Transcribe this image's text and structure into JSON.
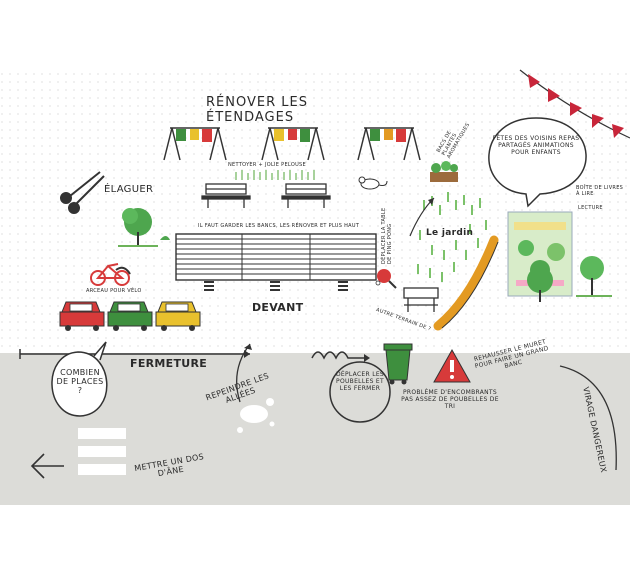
{
  "labels": {
    "renover_etendages": "Rénover les étendages",
    "nettoyer_pelouse": "Nettoyer + jolie pelouse",
    "elaguer": "Élaguer",
    "bancs_note": "Il faut garder les bancs, les rénover et plus haut",
    "devant": "DEVANT",
    "arceau_velo": "Arceau pour vélo",
    "le_jardin": "Le jardin",
    "table_ping_pong": "Déplacer la table de ping pong",
    "autre_terrain": "Autre terrain de ?",
    "bacs_plantes": "Bacs de plantes aromatiques",
    "fetes_voisins": "Fêtes des voisins repas partagés animations pour enfants",
    "boite_livres": "Boîte de livres à lire",
    "lecture": "Lecture",
    "fermeture": "FERMETURE",
    "combien_places": "Combien de places ?",
    "repeindre_allees": "Repeindre les allées",
    "deplacer_poubelles": "Déplacer les poubelles et les fermer",
    "probleme_encombrants": "Problème d'encombrants pas assez de poubelles de tri",
    "rehausser_muret": "Rehausser le muret pour faire un grand banc",
    "virage_dangereux": "Virage dangereux",
    "mettre_dos_ane": "Mettre un dos d'âne"
  },
  "colors": {
    "ground": "#dcdcd8",
    "red": "#d73a3a",
    "green": "#3e8f3e",
    "yellow": "#e9c12d",
    "orange": "#e39a22",
    "garden_green": "#7cc26a",
    "flag_red": "#c8263a"
  },
  "icons": [
    "laundry-rack-icon",
    "bench-icon",
    "shears-icon",
    "tree-icon",
    "bicycle-icon",
    "car-icon",
    "ping-pong-icon",
    "trash-bin-icon",
    "warning-icon",
    "mouse-icon",
    "bunting-icon",
    "arrow-left-icon",
    "speed-bump-icon"
  ]
}
